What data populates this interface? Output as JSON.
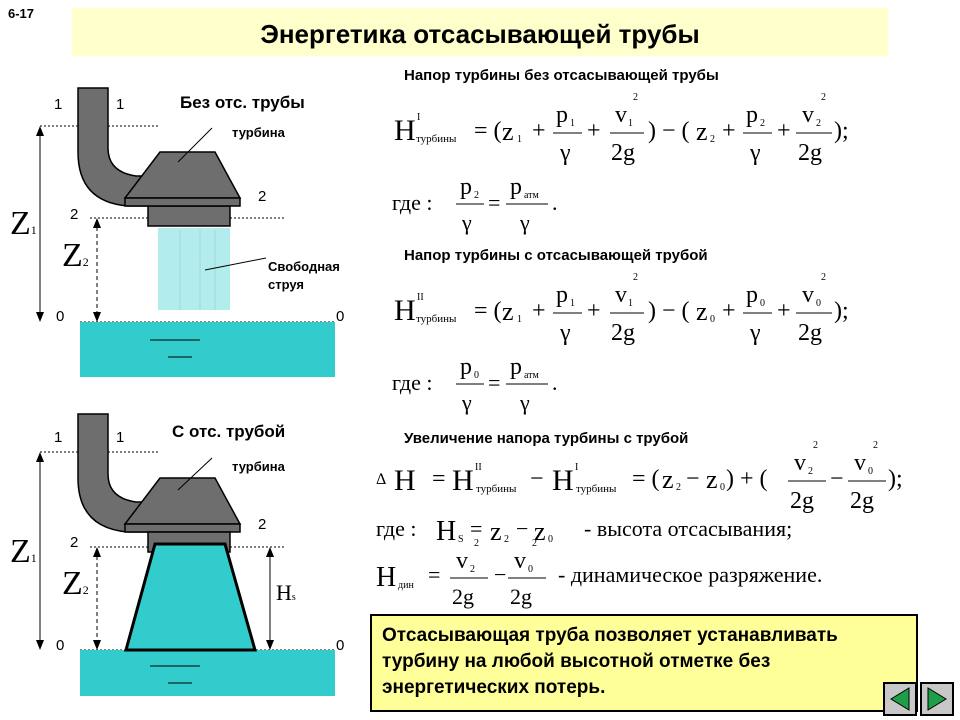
{
  "slide_number": "6-17",
  "title": "Энергетика отсасывающей трубы",
  "diagram_top": {
    "heading": "Без отс. трубы",
    "label_turbine": "турбина",
    "label_jet": "Свободная струя",
    "mark_1a": "1",
    "mark_1b": "1",
    "mark_2a": "2",
    "mark_2b": "2",
    "mark_0a": "0",
    "mark_0b": "0",
    "z1": "Z",
    "z1_sub": "1",
    "z2": "Z",
    "z2_sub": "2"
  },
  "diagram_bottom": {
    "heading": "С отс. трубой",
    "label_turbine": "турбина",
    "mark_1a": "1",
    "mark_1b": "1",
    "mark_2a": "2",
    "mark_2b": "2",
    "mark_0a": "0",
    "mark_0b": "0",
    "z1": "Z",
    "z1_sub": "1",
    "z2": "Z",
    "z2_sub": "2",
    "hs": "H",
    "hs_sub": "s"
  },
  "section1": {
    "heading": "Напор турбины без отсасывающей трубы",
    "where": "где :",
    "atm": "атм"
  },
  "section2": {
    "heading": "Напор турбины с отсасывающей трубой",
    "where": "где :",
    "atm": "атм"
  },
  "section3": {
    "heading": "Увеличение напора турбины с трубой",
    "where": "где :",
    "suction_text": "- высота отсасывания;",
    "dyn_sub": "дин",
    "dyn_text": "- динамическое разряжение."
  },
  "formula_parts": {
    "H": "H",
    "sup_I": "I",
    "sup_II": "II",
    "sub_turb": "турбины",
    "p": "p",
    "v": "v",
    "z": "z",
    "gamma": "γ",
    "twog": "2g",
    "delta": "Δ"
  },
  "note": "Отсасывающая труба позволяет устанавливать турбину на любой высотной отметке без энергетических потерь.",
  "colors": {
    "water": "#33cccc",
    "jet": "#b3ecec",
    "turbine": "#6e6e6e",
    "title_bg": "#ffffcc",
    "note_bg": "#ffff99",
    "nav_green": "#1f9e4a"
  },
  "nav": {
    "prev": "back-arrow-icon",
    "next": "forward-arrow-icon"
  }
}
